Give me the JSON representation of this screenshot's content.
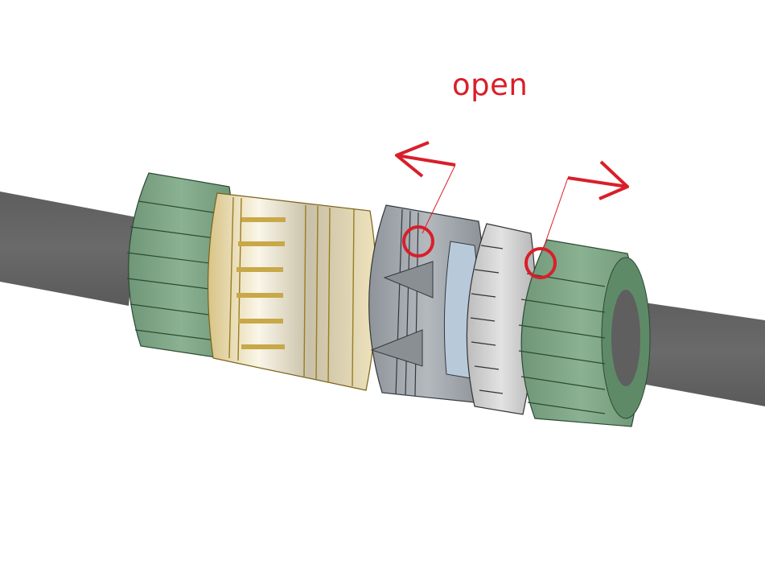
{
  "annotation": {
    "label": "open",
    "color": "#d81f2a"
  },
  "diagram": {
    "subject": "hose connector assembly (exploded / separating)",
    "components": [
      {
        "name": "left-hose",
        "color": "#656565"
      },
      {
        "name": "left-green-knurled-nut",
        "color": "#7fa386"
      },
      {
        "name": "brass-threaded-adapter",
        "color": "#e9dfb7"
      },
      {
        "name": "grey-coupling-body-with-triangle-markers",
        "color": "#9da3aa"
      },
      {
        "name": "light-blue-inner-ring",
        "color": "#b8c9da"
      },
      {
        "name": "grey-toothed-locking-ring",
        "color": "#c9c9c9"
      },
      {
        "name": "right-green-knurled-nut",
        "color": "#7fa386"
      },
      {
        "name": "right-hose",
        "color": "#656565"
      }
    ],
    "markers": [
      {
        "name": "left-highlight-circle",
        "direction": "left"
      },
      {
        "name": "right-highlight-circle",
        "direction": "right"
      }
    ]
  }
}
